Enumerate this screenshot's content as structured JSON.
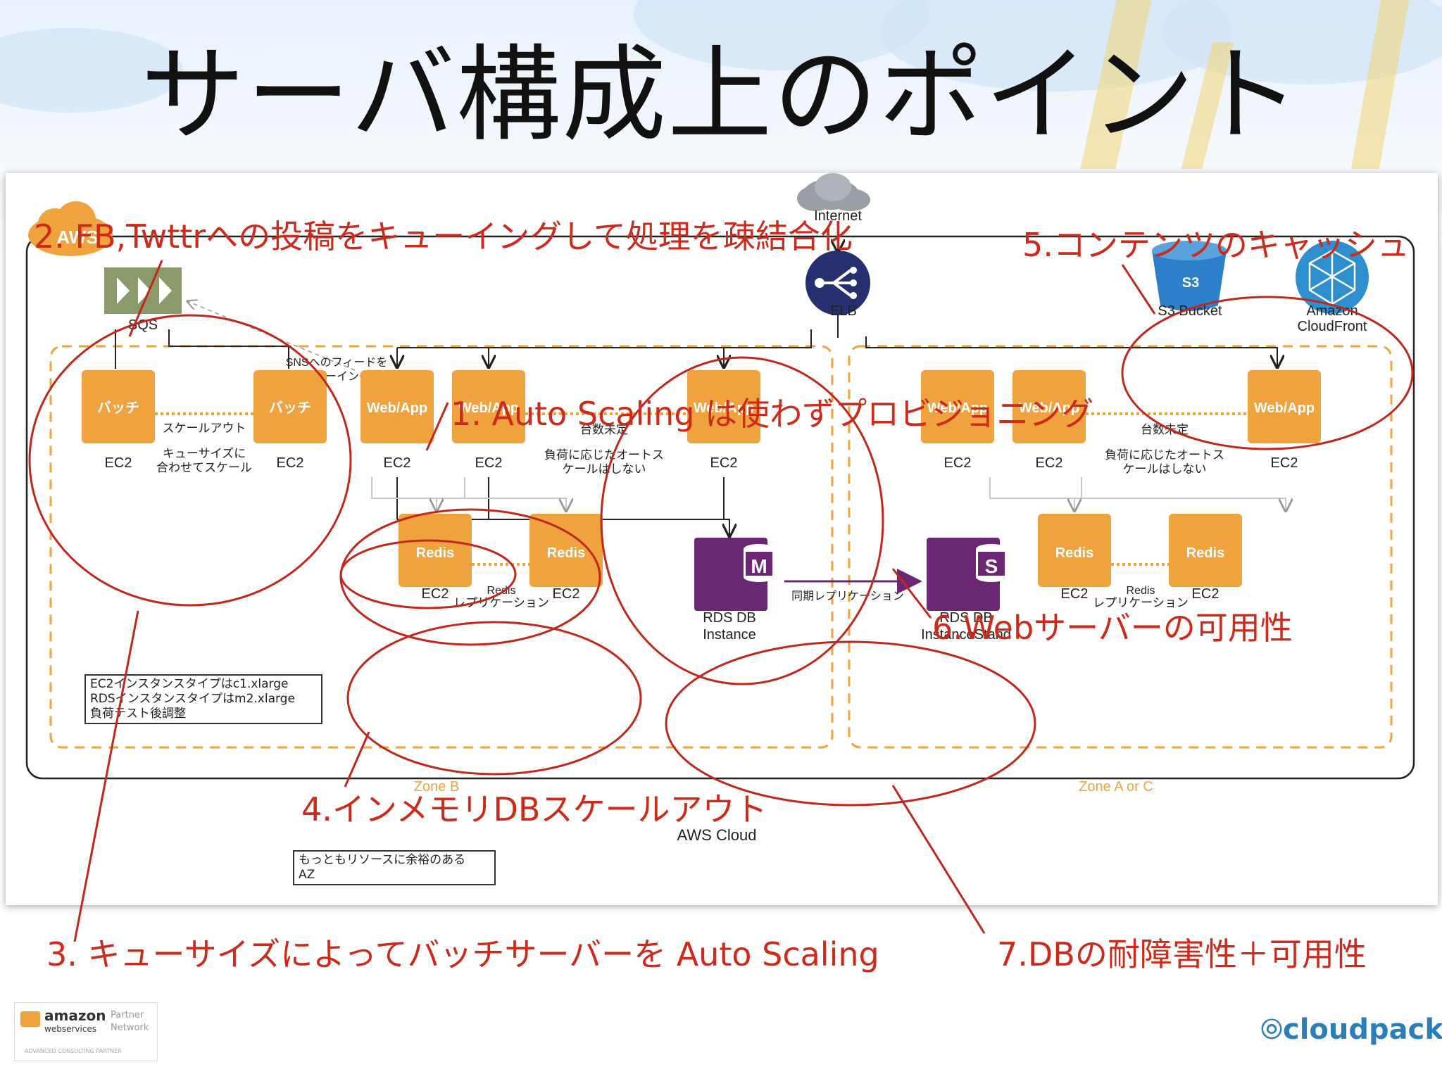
{
  "title": "サーバ構成上のポイント",
  "diagram": {
    "internet": "Internet",
    "aws": "AWS",
    "aws_cloud": "AWS Cloud",
    "elb": "ELB",
    "sqs": "SQS",
    "sns_note": [
      "SNSへのフィードを",
      "キューイング"
    ],
    "s3_label": "S3",
    "s3_bucket": "S3 Bucket",
    "cloudfront": [
      "Amazon",
      "CloudFront"
    ],
    "batch": "バッチ",
    "ec2": "EC2",
    "webapp": "Web/App",
    "redis": "Redis",
    "scale_out": "スケールアウト",
    "queue_scale": [
      "キューサイズに",
      "合わせてスケール"
    ],
    "count_undefined": "台数未定",
    "no_autoscale": [
      "負荷に応じたオートス",
      "ケールはしない"
    ],
    "redis_repl": [
      "Redis",
      "レプリケーション"
    ],
    "rds_instance": [
      "RDS DB",
      "Instance"
    ],
    "rds_standby": [
      "RDS DB",
      "InstanceStand"
    ],
    "sync_repl": "同期レプリケーション",
    "rds_m": "M",
    "rds_s": "S",
    "zone_b": "Zone B",
    "zone_ac": "Zone A or C",
    "instance_note": "EC2インスタンスタイプはc1.xlarge\nRDSインスタンスタイプはm2.xlarge\n負荷テスト後調整",
    "az_note": "もっともリソースに余裕のある\nAZ",
    "colors": {
      "orange": "#f0a23e",
      "red": "#c0281c",
      "purple": "#6b2674",
      "blue": "#2e7fc9",
      "navy": "#27306e"
    }
  },
  "notes": [
    "2. FB,Twttrへの投稿をキューイングして処理を疎結合化",
    "5.コンテンツのキャッシュ",
    "1. Auto Scaling は使わずプロビジョニング",
    "6.Webサーバーの可用性",
    "4.インメモリDBスケールアウト",
    "3. キューサイズによってバッチサーバーを Auto Scaling",
    "7.DBの耐障害性＋可用性"
  ],
  "footer": {
    "aws_logo": [
      "amazon",
      "webservices",
      "Partner",
      "Network",
      "ADVANCED CONSULTING PARTNER"
    ],
    "cloudpack": "cloudpack"
  }
}
